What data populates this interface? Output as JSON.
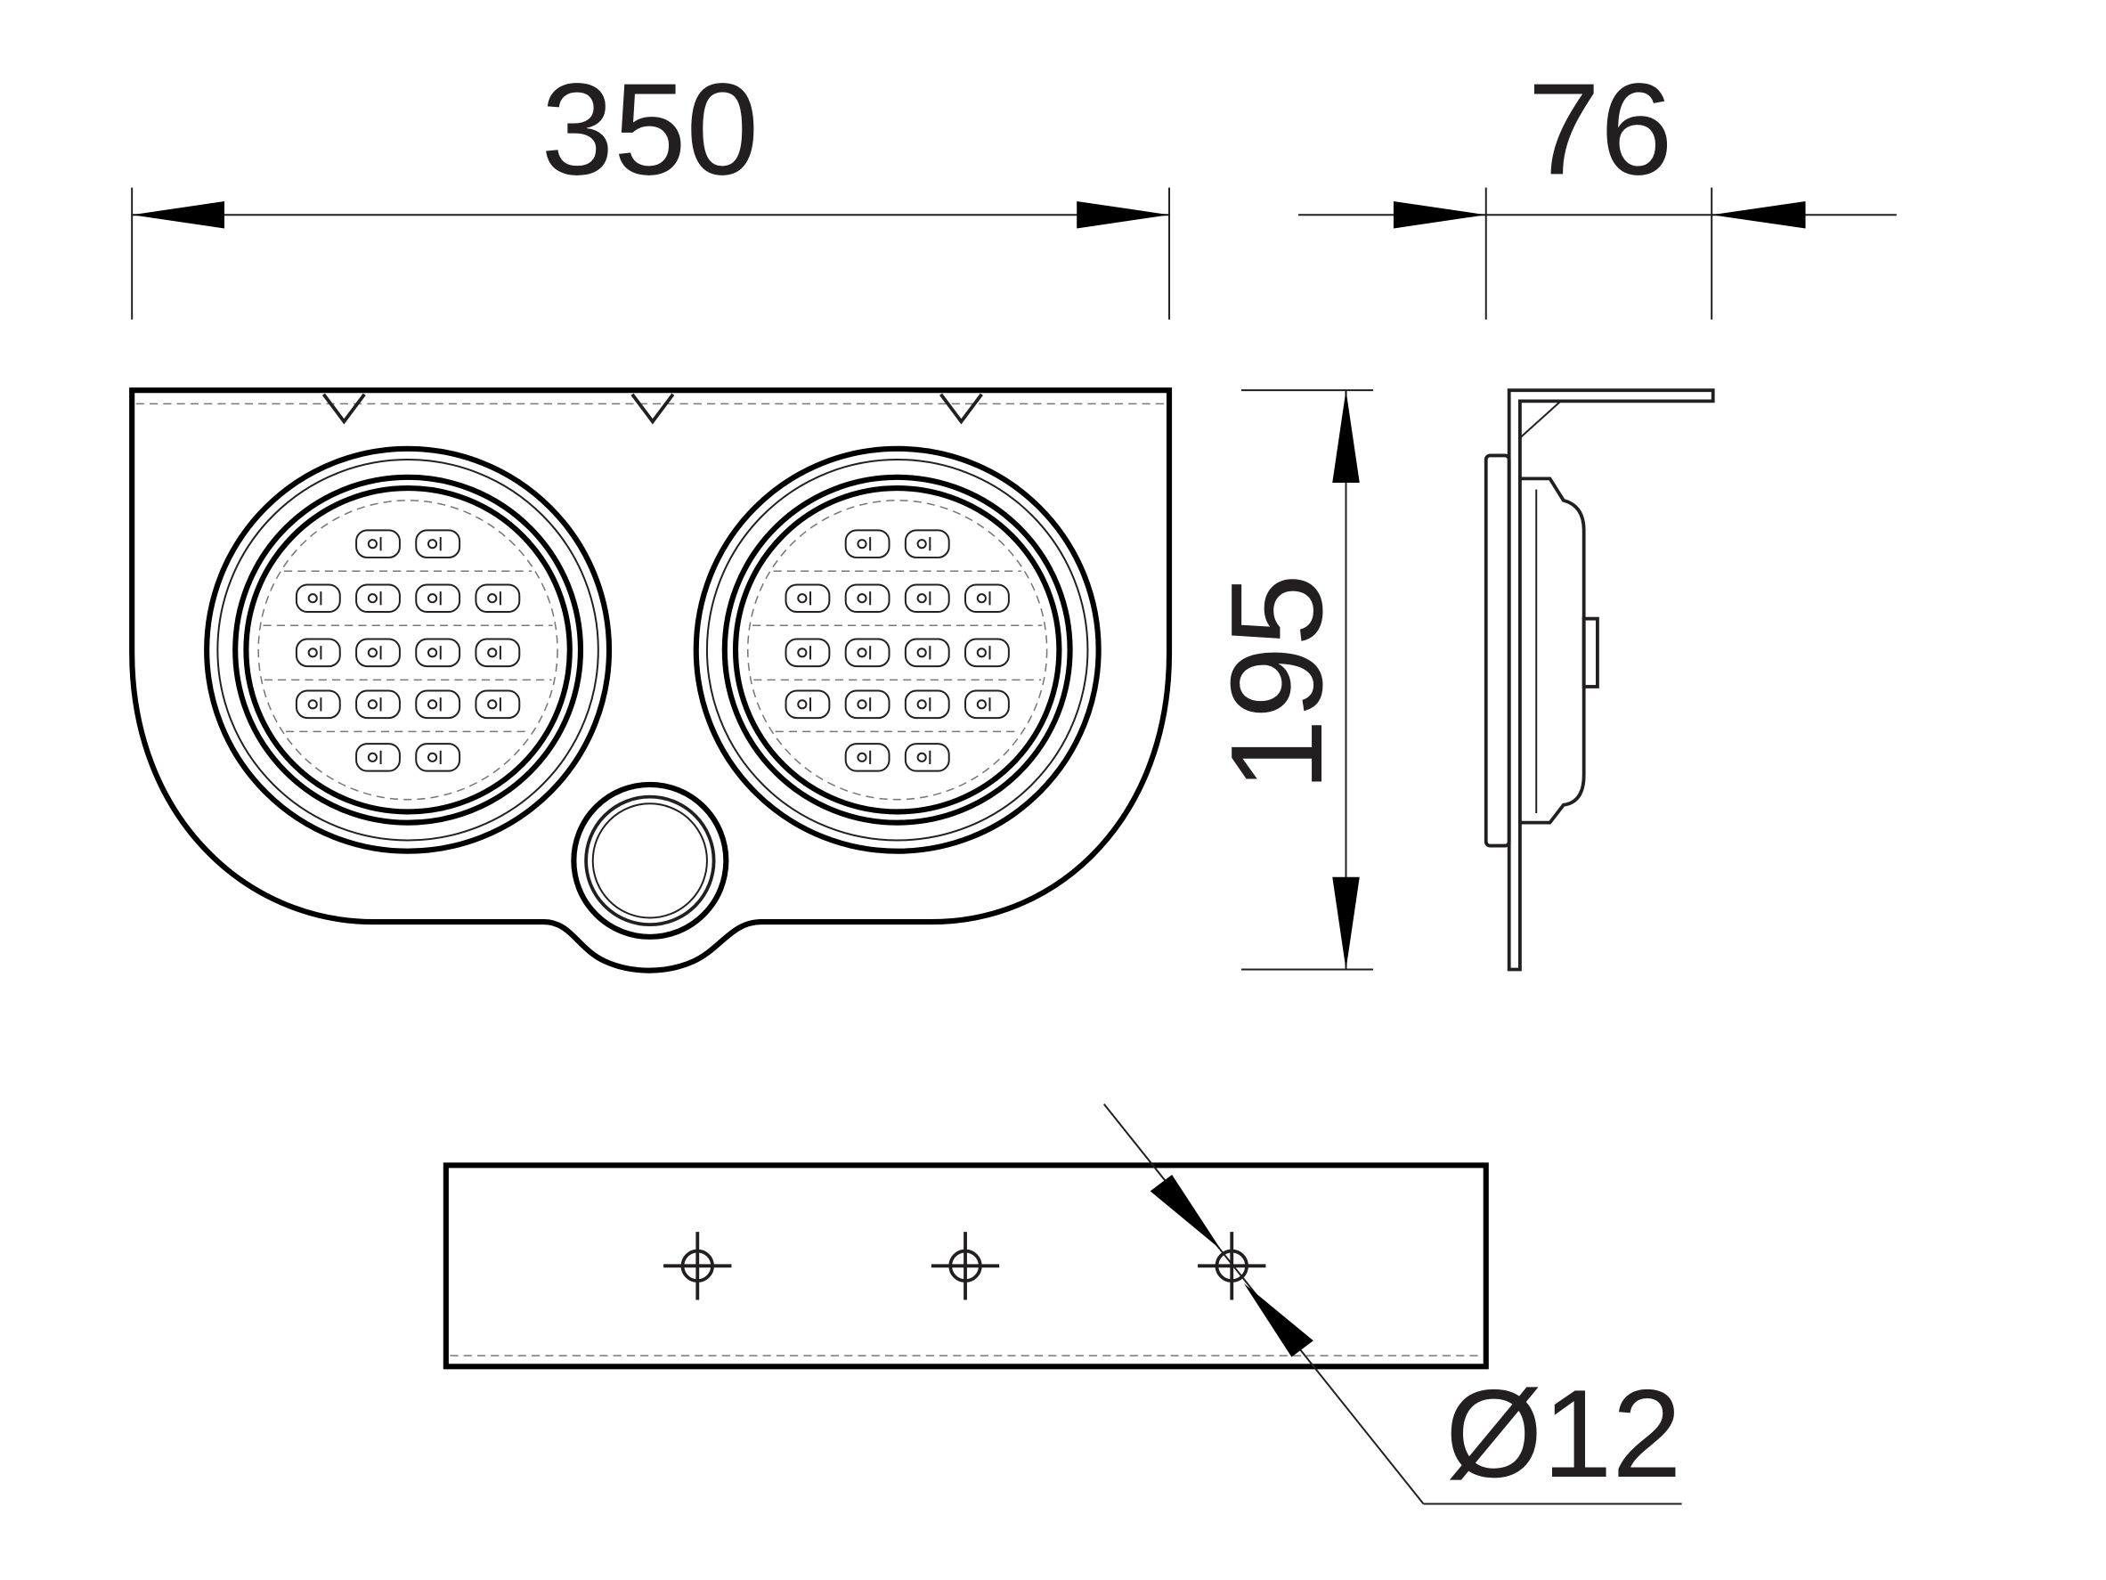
{
  "dimensions": {
    "width": "350",
    "depth": "76",
    "height": "195",
    "hole_diameter": "Ø12"
  },
  "colors": {
    "line": "#231f20",
    "background": "#ffffff"
  }
}
